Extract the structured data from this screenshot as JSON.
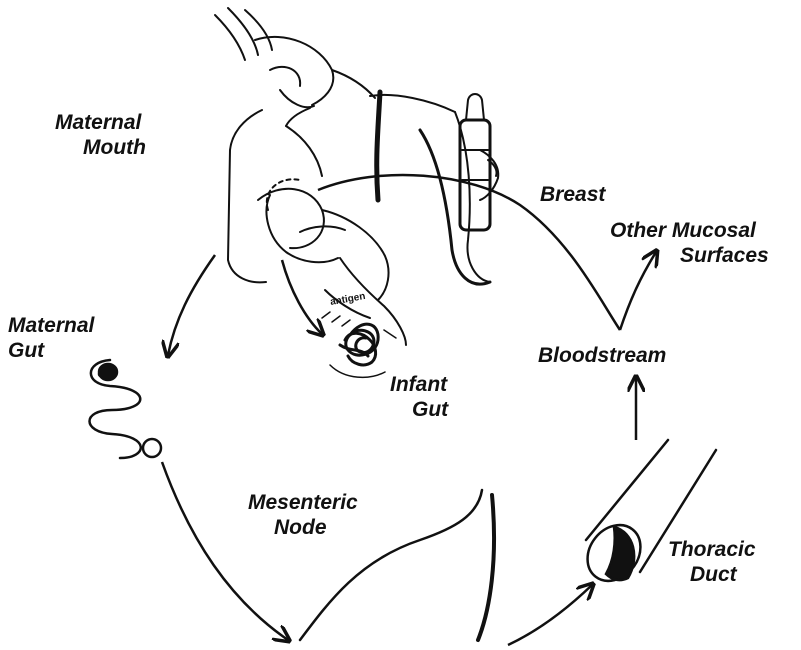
{
  "labels": {
    "maternal_mouth": [
      "Maternal",
      "Mouth"
    ],
    "breast": "Breast",
    "other_mucosal": [
      "Other Mucosal",
      "Surfaces"
    ],
    "maternal_gut": [
      "Maternal",
      "Gut"
    ],
    "antigen": "antigen",
    "infant_gut": [
      "Infant",
      "Gut"
    ],
    "bloodstream": "Bloodstream",
    "mesenteric_node": [
      "Mesenteric",
      "Node"
    ],
    "thoracic_duct": [
      "Thoracic",
      "Duct"
    ]
  },
  "colors": {
    "ink": "#111111",
    "background": "#ffffff"
  }
}
